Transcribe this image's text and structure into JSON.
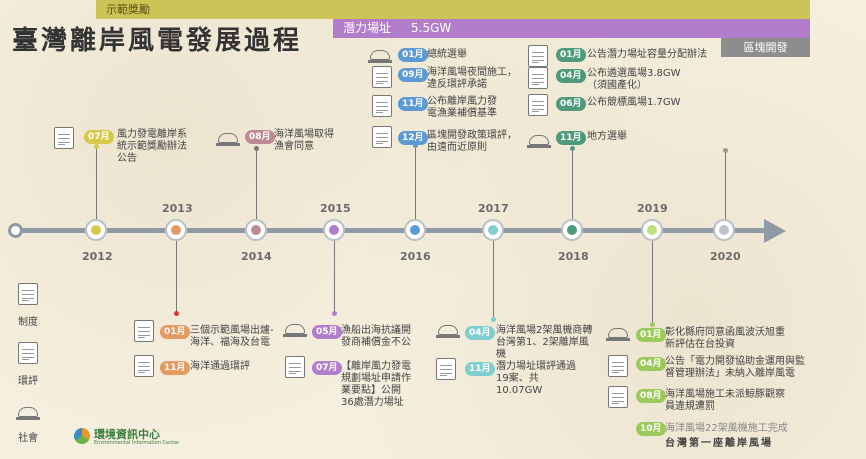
{
  "title": "臺灣離岸風電發展過程",
  "bands": {
    "demo": "示範獎勵",
    "potential_label": "潛力場址",
    "potential_value": "5.5GW",
    "block": "區塊開發"
  },
  "years": [
    "2012",
    "2013",
    "2014",
    "2015",
    "2016",
    "2017",
    "2018",
    "2019",
    "2020"
  ],
  "node_colors": [
    "#d6c84a",
    "#e39a63",
    "#c08a93",
    "#b27ecb",
    "#5d9ad3",
    "#7fcfd0",
    "#4f9a7c",
    "#bfe07a",
    "#bdc3c8"
  ],
  "events": [
    {
      "month": "07月",
      "text": "風力發電離岸系統示範獎勵辦法公告",
      "color": "#d6c84a",
      "icon": "regulation-icon"
    },
    {
      "month": "08月",
      "text": "海洋風場取得漁會同意",
      "color": "#c08a93",
      "icon": "community-icon"
    },
    {
      "month": "01月",
      "text": "總統選舉",
      "color": "#5d9ad3",
      "icon": "community-icon"
    },
    {
      "month": "09月",
      "text": "海洋風場夜間施工，違反環評承諾",
      "color": "#5d9ad3",
      "icon": "eia-icon"
    },
    {
      "month": "11月",
      "text": "公布離岸風力發電漁業補償基準",
      "color": "#5d9ad3",
      "icon": "regulation-icon"
    },
    {
      "month": "12月",
      "text": "區塊開發政策環評，由遠而近原則",
      "color": "#5d9ad3",
      "icon": "eia-icon"
    },
    {
      "month": "01月",
      "text": "公告潛力場址容量分配辦法",
      "color": "#4f9a7c",
      "icon": "regulation-icon"
    },
    {
      "month": "04月",
      "text": "公布遴選風場3.8GW（須國產化）",
      "color": "#4f9a7c",
      "icon": "regulation-icon"
    },
    {
      "month": "06月",
      "text": "公布競標風場1.7GW",
      "color": "#4f9a7c",
      "icon": "regulation-icon"
    },
    {
      "month": "11月",
      "text": "地方選舉",
      "color": "#4f9a7c",
      "icon": "community-icon"
    },
    {
      "month": "01月",
      "text": "三個示範風場出爐-海洋、福海及台電",
      "color": "#e39a63",
      "icon": "regulation-icon"
    },
    {
      "month": "11月",
      "text": "海洋通過環評",
      "color": "#e39a63",
      "icon": "eia-icon"
    },
    {
      "month": "05月",
      "text": "漁船出海抗議開發商補償金不公",
      "color": "#b27ecb",
      "icon": "community-icon"
    },
    {
      "month": "07月",
      "text": "【離岸風力發電規劃場址申請作業要點】公開36處潛力場址",
      "color": "#b27ecb",
      "icon": "regulation-icon"
    },
    {
      "month": "04月",
      "text": "海洋風場2架風機商轉台灣第1、2架離岸風機",
      "color": "#7fcfd0",
      "icon": "community-icon"
    },
    {
      "month": "11月",
      "text": "潛力場址環評通過19案、共10.07GW",
      "color": "#7fcfd0",
      "icon": "eia-icon"
    },
    {
      "month": "01月",
      "text": "彰化縣府同意函風波沃旭重新評估在台投資",
      "color": "#9cc95c",
      "icon": "community-icon"
    },
    {
      "month": "04月",
      "text": "公告「電力開發協助金運用與監督管理辦法」未納入離岸風電",
      "color": "#9cc95c",
      "icon": "regulation-icon"
    },
    {
      "month": "08月",
      "text": "海洋風場施工未派鯨豚觀察員違規遭罰",
      "color": "#9cc95c",
      "icon": "eia-icon"
    },
    {
      "month": "10月",
      "text": "海洋風場22架風機施工完成",
      "color": "#9cc95c",
      "icon": "none"
    },
    {
      "month": "",
      "text": "台灣第一座離岸風場",
      "color": "#9cc95c",
      "icon": "none"
    }
  ],
  "legend": [
    "制度",
    "環評",
    "社會"
  ],
  "logo": {
    "name": "環境資訊中心",
    "sub": "Environmental Information Center"
  }
}
